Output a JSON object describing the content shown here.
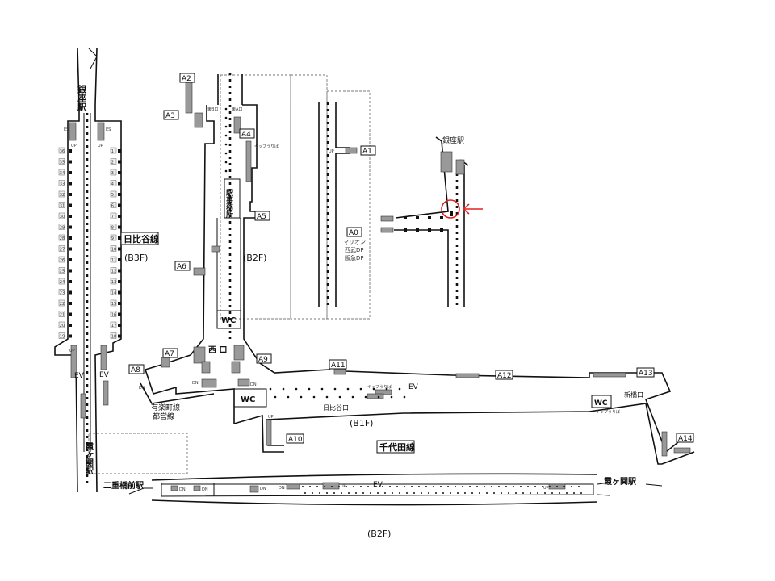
{
  "title": "銀座駅 構内図",
  "stations": {
    "ginza_main": "銀座駅",
    "ginza_right": "銀座駅",
    "kasumigaseki_left": "霞ヶ関駅",
    "kasumigaseki_right": "霞ヶ関駅",
    "nijubashimae": "二重橋前駅"
  },
  "lines": {
    "hibiya": "日比谷線",
    "chiyoda": "千代田線",
    "yurakucho": "有楽町線",
    "toei": "都営線"
  },
  "floors": {
    "hibiya_floor": "(B3F)",
    "marunouchi_floor": "(B2F)",
    "b1f": "(B1F)",
    "chiyoda_floor": "(B2F)"
  },
  "exits": [
    "A0",
    "A1",
    "A2",
    "A3",
    "A4",
    "A5",
    "A6",
    "A7",
    "A8",
    "A9",
    "A10",
    "A11",
    "A12",
    "A13",
    "A14"
  ],
  "a0_facilities": [
    "マリオン",
    "西武DP",
    "阪急DP"
  ],
  "facilities": {
    "station_office": "駅事務所",
    "wc": "WC",
    "ev": "EV",
    "es": "ES",
    "up": "UP",
    "dn": "DN",
    "kippu": "キップうりば",
    "west_gate": "西 口",
    "hibiya_gate": "日比谷口",
    "shinbashi_gate": "新橋口",
    "east_a_gate": "東A口",
    "east_b_gate": "東B口"
  },
  "car_numbers": {
    "hibiya_right": [
      "1",
      "2",
      "3",
      "4",
      "5",
      "6",
      "7",
      "8",
      "9",
      "10",
      "11",
      "12",
      "13",
      "14",
      "15",
      "16",
      "17",
      "18"
    ],
    "hibiya_left": [
      "36",
      "35",
      "34",
      "33",
      "32",
      "31",
      "30",
      "29",
      "28",
      "27",
      "26",
      "25",
      "24",
      "23",
      "22",
      "21",
      "20",
      "19"
    ]
  },
  "highlight": {
    "color": "#e02020",
    "target": "current-location"
  }
}
